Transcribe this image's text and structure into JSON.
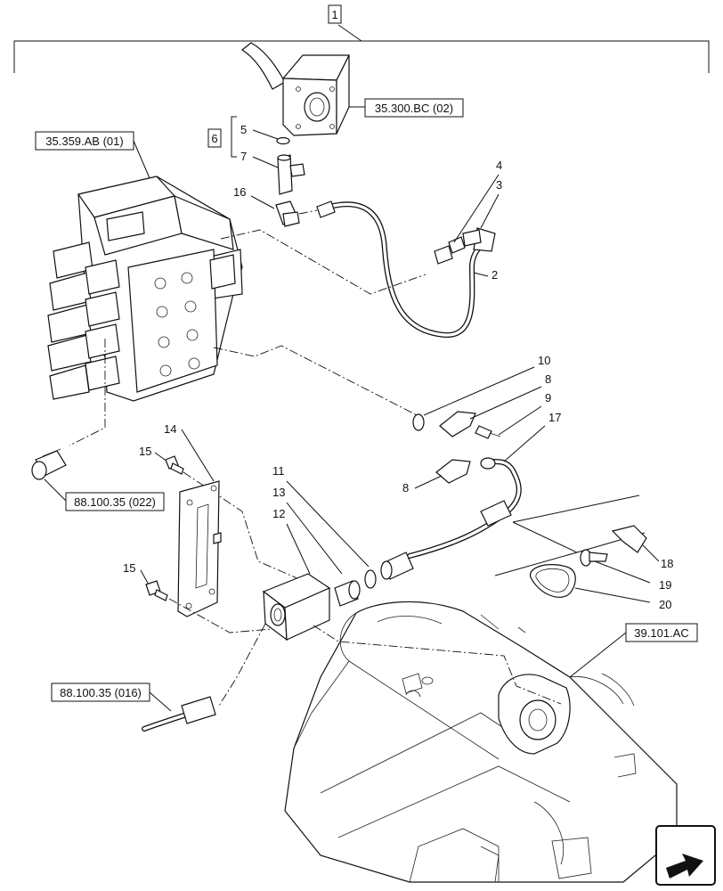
{
  "callouts": {
    "c1": "1",
    "c2": "2",
    "c3": "3",
    "c4": "4",
    "c5": "5",
    "c6": "6",
    "c7": "7",
    "c8a": "8",
    "c8b": "8",
    "c9": "9",
    "c10": "10",
    "c11": "11",
    "c12": "12",
    "c13": "13",
    "c14": "14",
    "c15a": "15",
    "c15b": "15",
    "c16": "16",
    "c17": "17",
    "c18": "18",
    "c19": "19",
    "c20": "20"
  },
  "refs": {
    "r35300": "35.300.BC (02)",
    "r35359": "35.359.AB (01)",
    "r88022": "88.100.35 (022)",
    "r88016": "88.100.35 (016)",
    "r39101": "39.101.AC"
  },
  "icons": {
    "nav": "next-page-arrow-icon"
  }
}
